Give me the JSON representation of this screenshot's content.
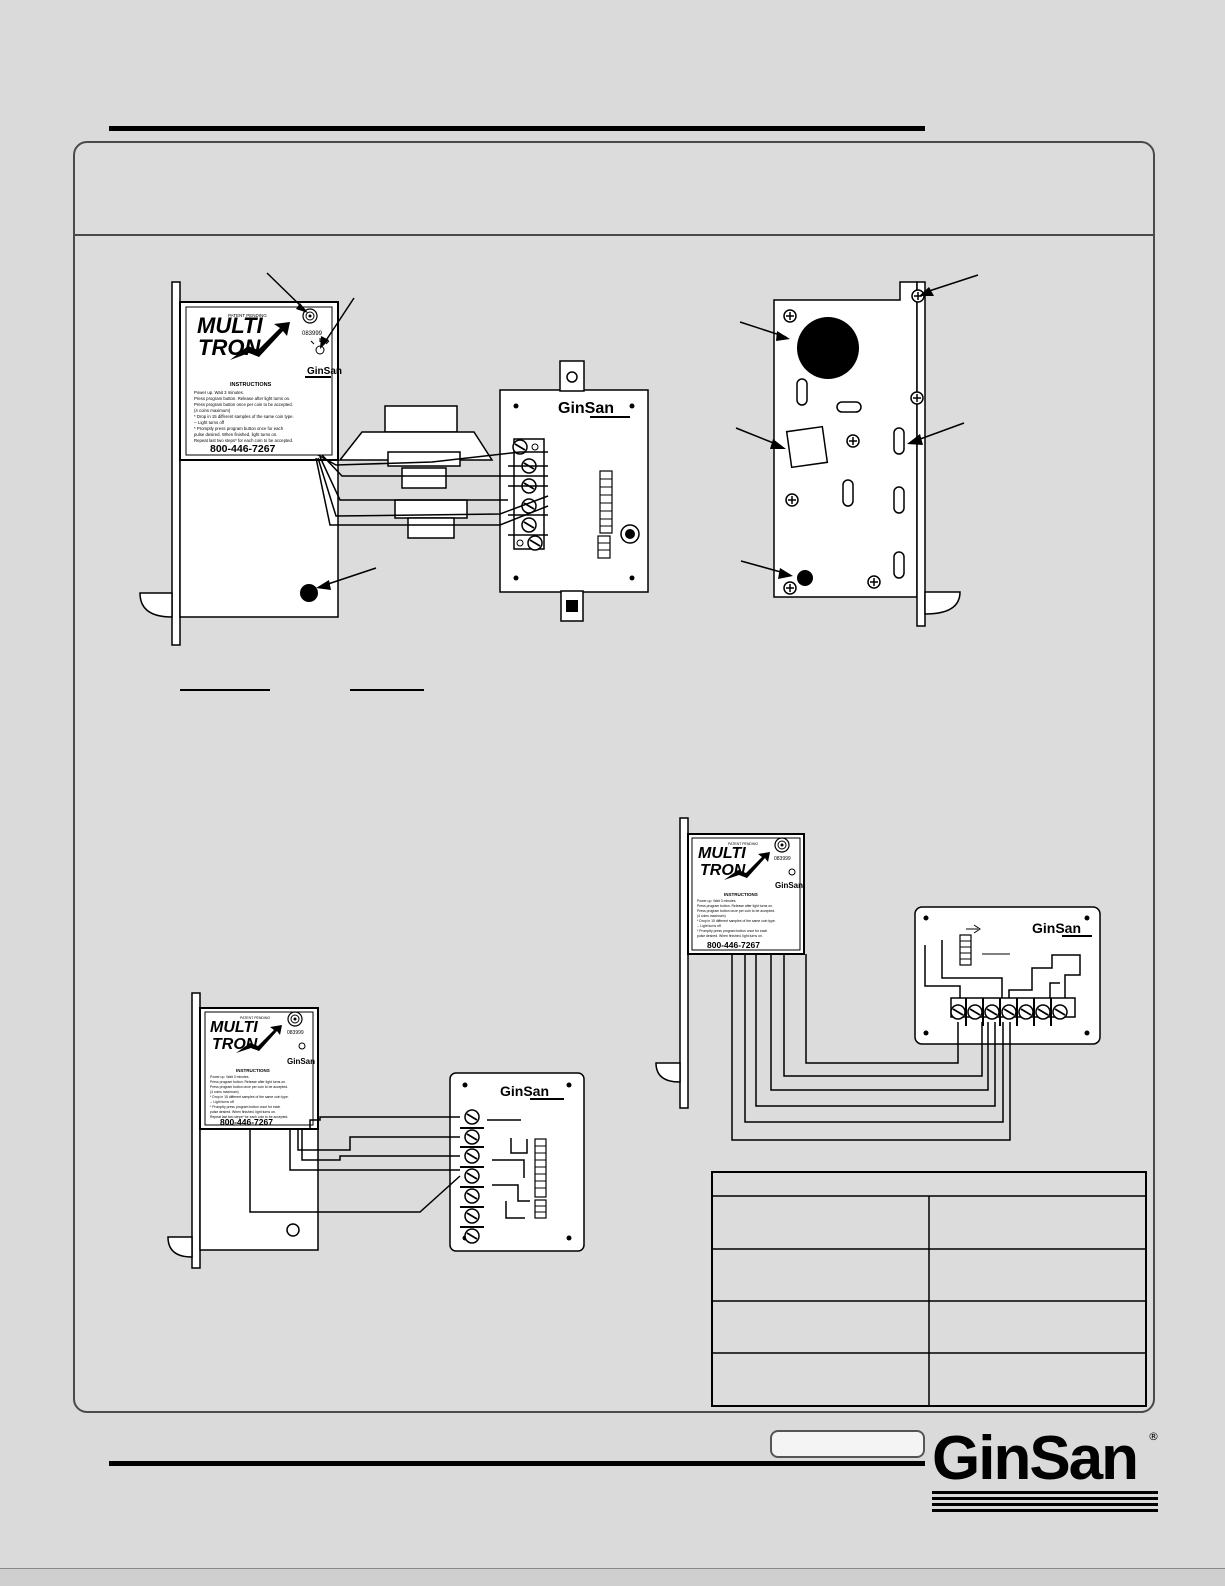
{
  "labels": {
    "patent": "PATENT PENDING",
    "product_line1": "MULTI",
    "product_line2": "TRON",
    "brand": "GinSan",
    "serial": "083999",
    "instructions_title": "INSTRUCTIONS",
    "instructions": [
      "Power up. Wait 3 minutes.",
      "Press program button. Release after light turns on.",
      "Press program button once per coin to be accepted.",
      "(4 coins maximum)",
      "* Drop in 15 different samples of the same coin type.",
      "  -- Light turns off",
      "* Promptly press program button once for each",
      "  pulse desired. When finished, light turns on.",
      "Repeat last two steps* for each coin to be accepted."
    ],
    "phone": "800-446-7267"
  },
  "colors": {
    "background": "#dadada",
    "panel_border": "#4a4a4a",
    "ink": "#000000",
    "label_fill": "#ffffff"
  },
  "icons": {
    "program_button": "speaker-grill-icon",
    "indicator_light": "led-icon",
    "mount_screw": "phillips-screw-icon"
  }
}
